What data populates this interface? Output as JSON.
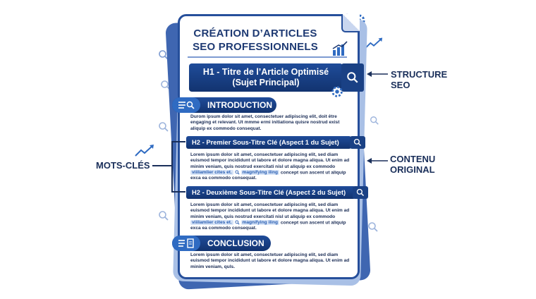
{
  "document": {
    "title_line1": "CRÉATION D’ARTICLES",
    "title_line2": "SEO PROFESSIONNELS",
    "h1_line1": "H1 - Titre de l’Article Optimisé",
    "h1_line2": "(Sujet Principal)",
    "introduction_label": "INTRODUCTION",
    "introduction_text": "Durom ipsum dolor sit amet, consectetuer adipiscing elit, doit être engaging et relevant. Ut mmme ermi initiationa quisre nostrud exist aliquip ex commodo consequat.",
    "h2_first": "H2 - Premier Sous-Titre Clé (Aspect 1 du Sujet)",
    "h2_first_text_before": "Lorem ipsum dolor sit amet, consectetuer adipiscing elit, sed diam euismod tempor incididunt ut labore et dolore magna aliqua. Ut enim ad minim veniam, quis nostrud exercitati nisl ut aliquip ex commodo ",
    "h2_first_highlight1": "viiilamlier cites et.",
    "h2_first_highlight2": "magnifying iling",
    "h2_first_text_after": " concept sun ascent ut aliquip exca ea commodo consequat.",
    "h2_second": "H2 - Deuxième Sous-Titre Clé (Aspect 2 du Sujet)",
    "h2_second_text_before": "Lorem ipsum dolor sit amet, consectetuer adipiscing elit, sed diam euismod tempor incididunt ut labore et dolore magna aliqua. Ut enim ad minim veniam, quis nostrud exercitati nisl ut aliquip ex commodo ",
    "h2_second_highlight1": "viiilamlier cites et.",
    "h2_second_highlight2": "magnifying iling",
    "h2_second_text_after": " concept sun ascent ut aliquip exca ea commodo consequat.",
    "conclusion_label": "CONCLUSION",
    "conclusion_text": "Lorem ipsum dolor sit amet, consectetuer adipiscing elit, sed diam euismod tempor incididunt ut labore et dolore magna aliqua. Ut enim ad minim veniam, quls."
  },
  "callouts": {
    "structure_line1": "STRUCTURE",
    "structure_line2": "SEO",
    "mots_cles": "MOTS-CLÉS",
    "contenu_line1": "CONTENU",
    "contenu_line2": "ORIGINAL"
  },
  "colors": {
    "primary_dark": "#12336f",
    "primary": "#1f4c9a",
    "accent": "#2f6bc2",
    "light": "#a9c0e6",
    "text": "#1b2d56"
  },
  "icons": [
    "search-icon",
    "gear-icon",
    "growth-arrow-icon",
    "bar-chart-icon",
    "lines-icon",
    "document-icon",
    "arrow-left-icon"
  ]
}
